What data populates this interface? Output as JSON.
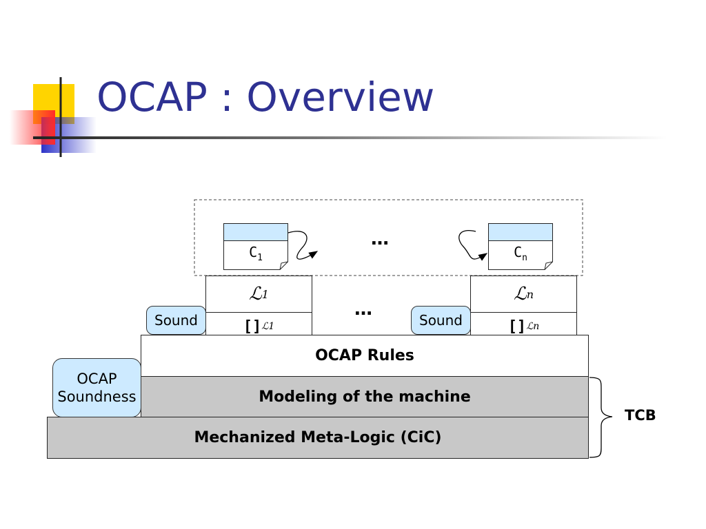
{
  "slide": {
    "title": "OCAP : Overview"
  },
  "layers": {
    "ocap_rules": "OCAP Rules",
    "modeling": "Modeling of the machine",
    "meta_logic": "Mechanized Meta-Logic (CiC)"
  },
  "bubbles": {
    "ocap_soundness_line1": "OCAP",
    "ocap_soundness_line2": "Soundness",
    "sound_left": "Sound",
    "sound_right": "Sound"
  },
  "logics": [
    {
      "symbol": "ℒ",
      "subscript": "1",
      "bracket": "[]",
      "bracket_sub": "ℒ1"
    },
    {
      "symbol": "ℒ",
      "subscript": "n",
      "bracket": "[]",
      "bracket_sub": "ℒn"
    }
  ],
  "components": [
    {
      "name": "C",
      "subscript": "1"
    },
    {
      "name": "C",
      "subscript": "n"
    }
  ],
  "ellipsis": "…",
  "tcb": "TCB",
  "colors": {
    "title": "#2e3192",
    "bubble": "#cdeaff",
    "layer_gray": "#c8c8c8",
    "deco_yellow": "#ffd400",
    "deco_red": "#ff3b3b",
    "deco_blue": "#3035c8"
  }
}
